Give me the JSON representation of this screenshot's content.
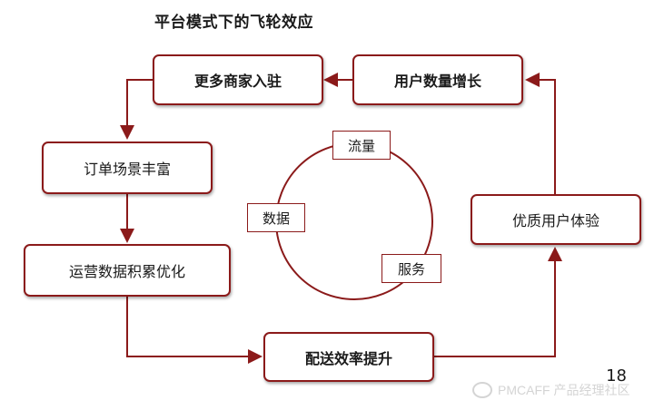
{
  "title": "平台模式下的飞轮效应",
  "nodes": {
    "more_merchants": "更多商家入驻",
    "user_growth": "用户数量增长",
    "order_scenes": "订单场景丰富",
    "ops_data": "运营数据积累优化",
    "delivery": "配送效率提升",
    "user_experience": "优质用户体验"
  },
  "cycle_labels": {
    "traffic": "流量",
    "data": "数据",
    "service": "服务"
  },
  "page_number": "18",
  "watermark": "PMCAFF 产品经理社区",
  "colors": {
    "accent": "#8b1a1a"
  }
}
